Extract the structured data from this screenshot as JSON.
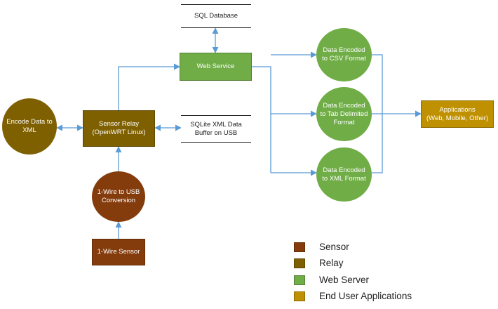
{
  "colors": {
    "sensor": "#843c0c",
    "relay": "#7f6000",
    "web_server": "#70ad47",
    "end_user": "#bf9000",
    "connector": "#5b9bd5"
  },
  "nodes": {
    "encode_xml": {
      "text": "Encode Data to\nXML"
    },
    "sensor_relay": {
      "text": "Sensor Relay\n(OpenWRT Linux)"
    },
    "one_wire_usb": {
      "text": "1-Wire to USB\nConversion"
    },
    "one_wire_sensor": {
      "text": "1-Wire Sensor"
    },
    "web_service": {
      "text": "Web Service"
    },
    "sql_database": {
      "text": "SQL Database"
    },
    "sqlite_buffer": {
      "text": "SQLite XML Data\nBuffer on USB"
    },
    "csv_format": {
      "text": "Data Encoded\nto CSV Format"
    },
    "tab_format": {
      "text": "Data Encoded\nto Tab Delimited\nFormat"
    },
    "xml_format": {
      "text": "Data Encoded\nto XML Format"
    },
    "applications": {
      "text": "Applications\n(Web, Mobile, Other)"
    }
  },
  "legend": [
    {
      "label": "Sensor",
      "color": "#843c0c"
    },
    {
      "label": "Relay",
      "color": "#7f6000"
    },
    {
      "label": "Web Server",
      "color": "#70ad47"
    },
    {
      "label": "End User Applications",
      "color": "#bf9000"
    }
  ]
}
